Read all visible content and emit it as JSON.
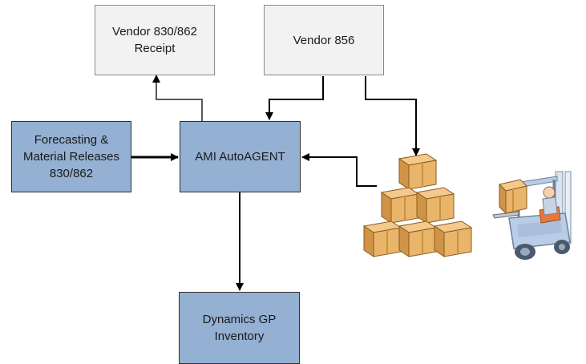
{
  "boxes": {
    "vendor_receipt": {
      "line1": "Vendor 830/862",
      "line2": "Receipt"
    },
    "vendor_856": {
      "label": "Vendor 856"
    },
    "forecasting": {
      "line1": "Forecasting &",
      "line2": "Material Releases",
      "line3": "830/862"
    },
    "ami": {
      "label": "AMI AutoAGENT"
    },
    "dynamics": {
      "line1": "Dynamics GP",
      "line2": "Inventory"
    }
  },
  "colors": {
    "process_box": "#94b0d2",
    "external_box": "#f2f2f2",
    "box_fill_cardboard": "#e9b56a",
    "box_edge_cardboard": "#8c5a1e",
    "forklift_body": "#b9cde6",
    "forklift_tyre": "#4a5a6e",
    "forklift_mast": "#d9e3f0",
    "worker_shirt": "#c8d4e4",
    "seat_orange": "#e8783a"
  },
  "icons": [
    "stacked-boxes-icon",
    "forklift-icon"
  ]
}
